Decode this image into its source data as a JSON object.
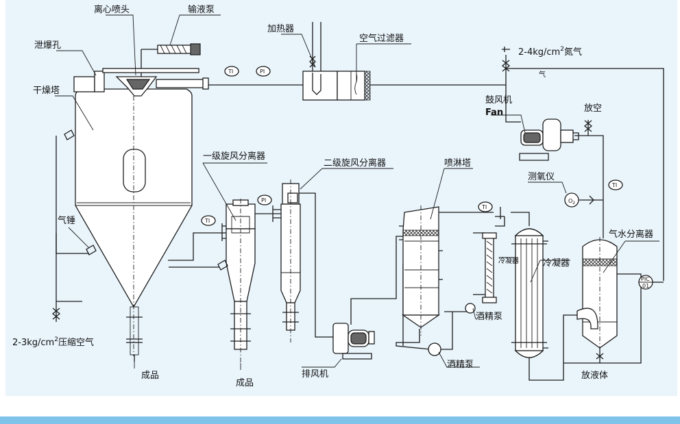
{
  "labels": {
    "centrifugal_nozzle": "离心喷头",
    "feed_pump": "输液泵",
    "explosion_vent": "泄爆孔",
    "dryer_tower": "干燥塔",
    "heater": "加热器",
    "air_filter": "空气过滤器",
    "nitrogen_supply_pre": "2-4kg/cm",
    "nitrogen_supply_exp": "2",
    "nitrogen_supply_post": "氮气",
    "gas_small": "气",
    "blower": "鼓风机",
    "fan": "Fan",
    "vent": "放空",
    "oxygen_meter": "测氧仪",
    "primary_cyclone": "一级旋风分离器",
    "secondary_cyclone": "二级旋风分离器",
    "spray_tower": "喷淋塔",
    "gas_water_separator": "气水分离器",
    "air_hammer": "气锤",
    "condenser_small": "冷凝器",
    "condenser": "冷凝器",
    "alcohol_pump_1": "酒精泵",
    "alcohol_pump_2": "酒精泵",
    "compressed_air_pre": "2-3kg/cm",
    "compressed_air_exp": "2",
    "compressed_air_post": "压缩空气",
    "product_1": "成品",
    "product_2": "成品",
    "exhaust_fan": "排风机",
    "drain": "放液体"
  },
  "instruments": {
    "ti": "TI",
    "pi": "PI",
    "pic_top": "PIC",
    "pic_bottom": "01",
    "o2": "O",
    "o2_sub": "2"
  },
  "colors": {
    "panel": "#e9f4fb",
    "footer_bar": "#7fc3ea",
    "line": "#1b1b1b"
  }
}
